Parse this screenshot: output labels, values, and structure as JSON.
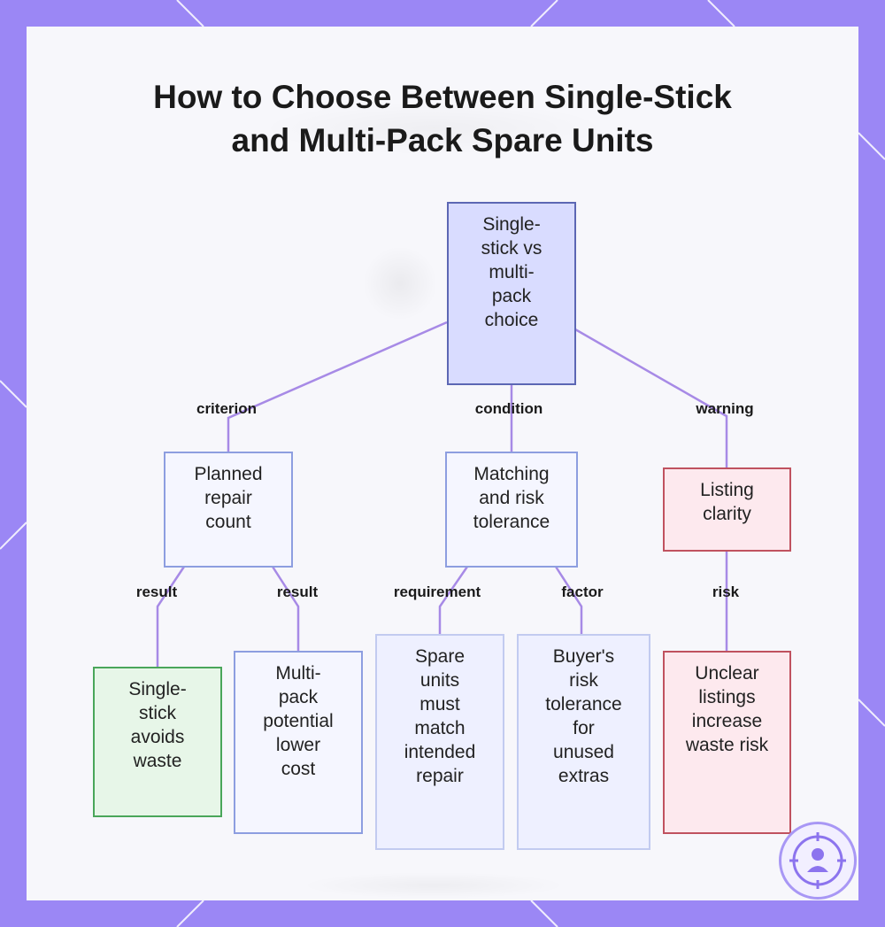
{
  "title": {
    "line1": "How to Choose Between Single-Stick",
    "line2": "and Multi-Pack Spare Units"
  },
  "nodes": {
    "root": "Single-\nstick vs\nmulti-\npack\nchoice",
    "planned_repair_count": "Planned\nrepair\ncount",
    "matching_risk_tolerance": "Matching\nand risk\ntolerance",
    "listing_clarity": "Listing\nclarity",
    "single_stick_avoids_waste": "Single-\nstick\navoids\nwaste",
    "multi_pack_lower_cost": "Multi-\npack\npotential\nlower\ncost",
    "spare_units_must_match": "Spare\nunits\nmust\nmatch\nintended\nrepair",
    "buyers_risk_tolerance": "Buyer's\nrisk\ntolerance\nfor\nunused\nextras",
    "unclear_listings": "Unclear\nlistings\nincrease\nwaste risk"
  },
  "edge_labels": {
    "criterion": "criterion",
    "condition": "condition",
    "warning": "warning",
    "result_left": "result",
    "result_right": "result",
    "requirement": "requirement",
    "factor": "factor",
    "risk": "risk"
  },
  "colors": {
    "background": "#9b87f5",
    "edge": "#a78ae6",
    "root_fill": "#d9dcff",
    "warning_fill": "#fde9ee",
    "result_fill": "#e7f6e8"
  },
  "icons": [
    "target-person-icon"
  ]
}
